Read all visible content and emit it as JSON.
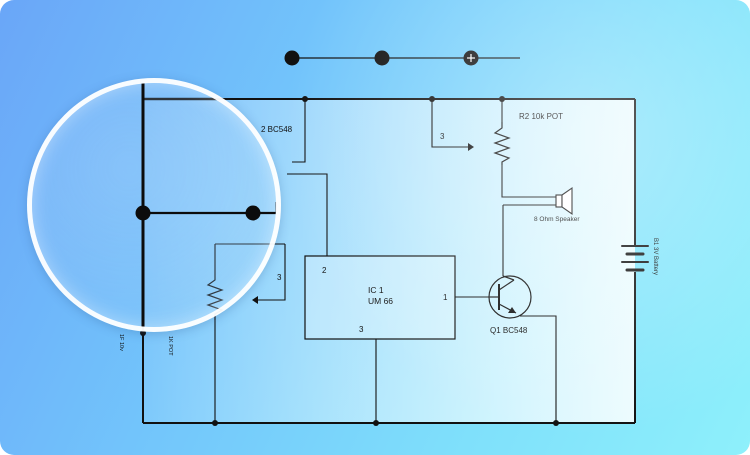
{
  "diagram": {
    "components": {
      "ic": {
        "name": "IC 1",
        "part": "UM 66",
        "pin1": "1",
        "pin2": "2",
        "pin3": "3"
      },
      "transistor_q1": {
        "label": "Q1 BC548"
      },
      "transistor_q2": {
        "label": "2 BC548"
      },
      "pot_r2": {
        "label": "R2 10k POT",
        "wiper_pin": "3"
      },
      "pot_r1": {
        "label": "1K POT",
        "wiper_pin": "3"
      },
      "speaker": {
        "label": "8 Ohm Speaker"
      },
      "battery": {
        "label": "B1 3V Battery"
      },
      "left_edge_text": "1F 10v"
    }
  },
  "colors": {
    "wire": "#111111",
    "lens_border": "#ffffff",
    "panel": "#eefbff"
  }
}
